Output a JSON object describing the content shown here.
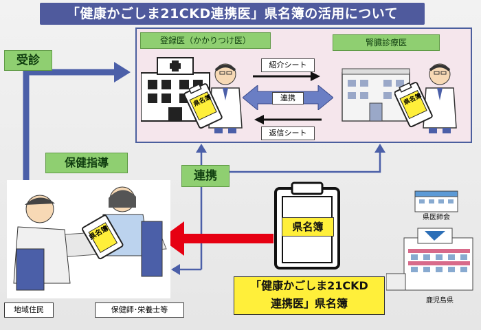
{
  "title": "「健康かごしま21CKD連携医」県名簿の活用について",
  "labels": {
    "jushin": "受診",
    "hoken_shido": "保健指導",
    "renkei_main": "連携"
  },
  "panel": {
    "registered_doctor": "登録医（かかりつけ医）",
    "kidney_doctor": "腎臓診療医",
    "referral_sheet": "紹介シート",
    "cooperation": "連携",
    "reply_sheet": "返信シート"
  },
  "roster_short": "県名簿",
  "roster_full_line1": "「健康かごしま21CKD",
  "roster_full_line2": "連携医」県名簿",
  "captions": {
    "medical_assoc": "県医師会",
    "kagoshima_pref": "鹿児島県",
    "resident": "地域住民",
    "staff": "保健師･栄養士等"
  },
  "colors": {
    "title_bg": "#4f5a9d",
    "flow_arrow": "#4b5fa8",
    "green_label": "#8fcf71",
    "panel_bg": "#f5e6ec",
    "highlight": "#ffef3a",
    "red_arrow": "#e60012"
  }
}
